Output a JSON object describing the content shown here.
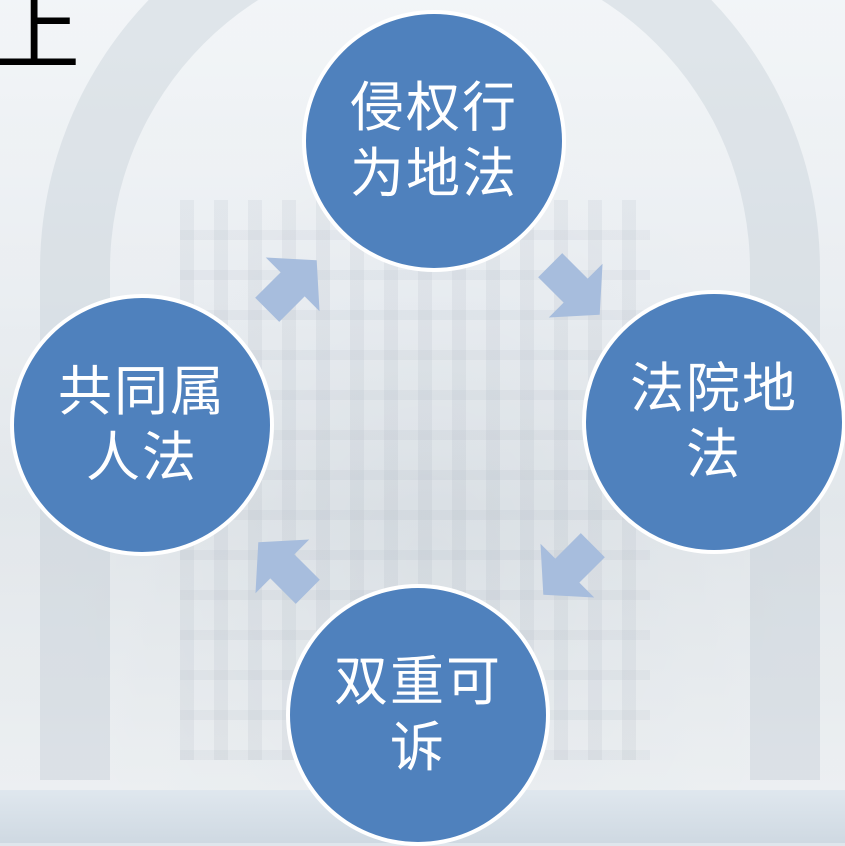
{
  "corner_text": "上",
  "colors": {
    "node_fill": "#4f81bd",
    "node_border": "#ffffff",
    "arrow_fill": "#a7bddd",
    "node_text": "#ffffff"
  },
  "cycle": {
    "nodes": [
      {
        "id": "n1",
        "line1": "侵权行",
        "line2": "为地法"
      },
      {
        "id": "n2",
        "line1": "法院地",
        "line2": "法"
      },
      {
        "id": "n3",
        "line1": "双重可",
        "line2": "诉"
      },
      {
        "id": "n4",
        "line1": "共同属",
        "line2": "人法"
      }
    ],
    "arrows": [
      "arrow-icon",
      "arrow-icon",
      "arrow-icon",
      "arrow-icon"
    ]
  }
}
